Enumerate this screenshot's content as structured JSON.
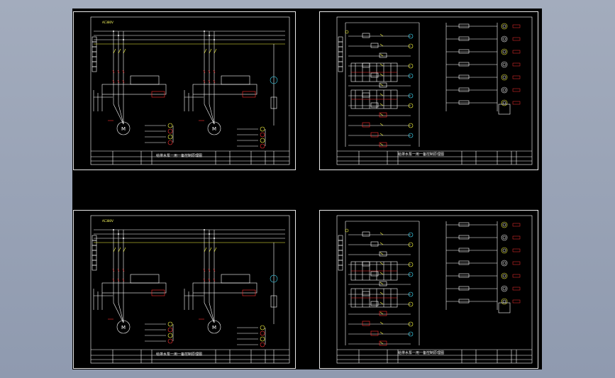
{
  "colors": {
    "background": "#98a2b5",
    "canvas": "#000000",
    "line": "#ffffff",
    "accent_red": "#ff3030",
    "accent_yellow": "#ffff40",
    "accent_cyan": "#40e0ff"
  },
  "sheets": [
    {
      "label": "AC380V",
      "title": "给排水泵一用一备控制原理图",
      "motor_label": "M"
    },
    {
      "label": "",
      "title": "给排水泵一用一备控制原理图"
    },
    {
      "label": "AC380V",
      "title": "给排水泵一用一备控制原理图",
      "motor_label": "M"
    },
    {
      "label": "",
      "title": "给排水泵一用一备控制原理图"
    }
  ]
}
